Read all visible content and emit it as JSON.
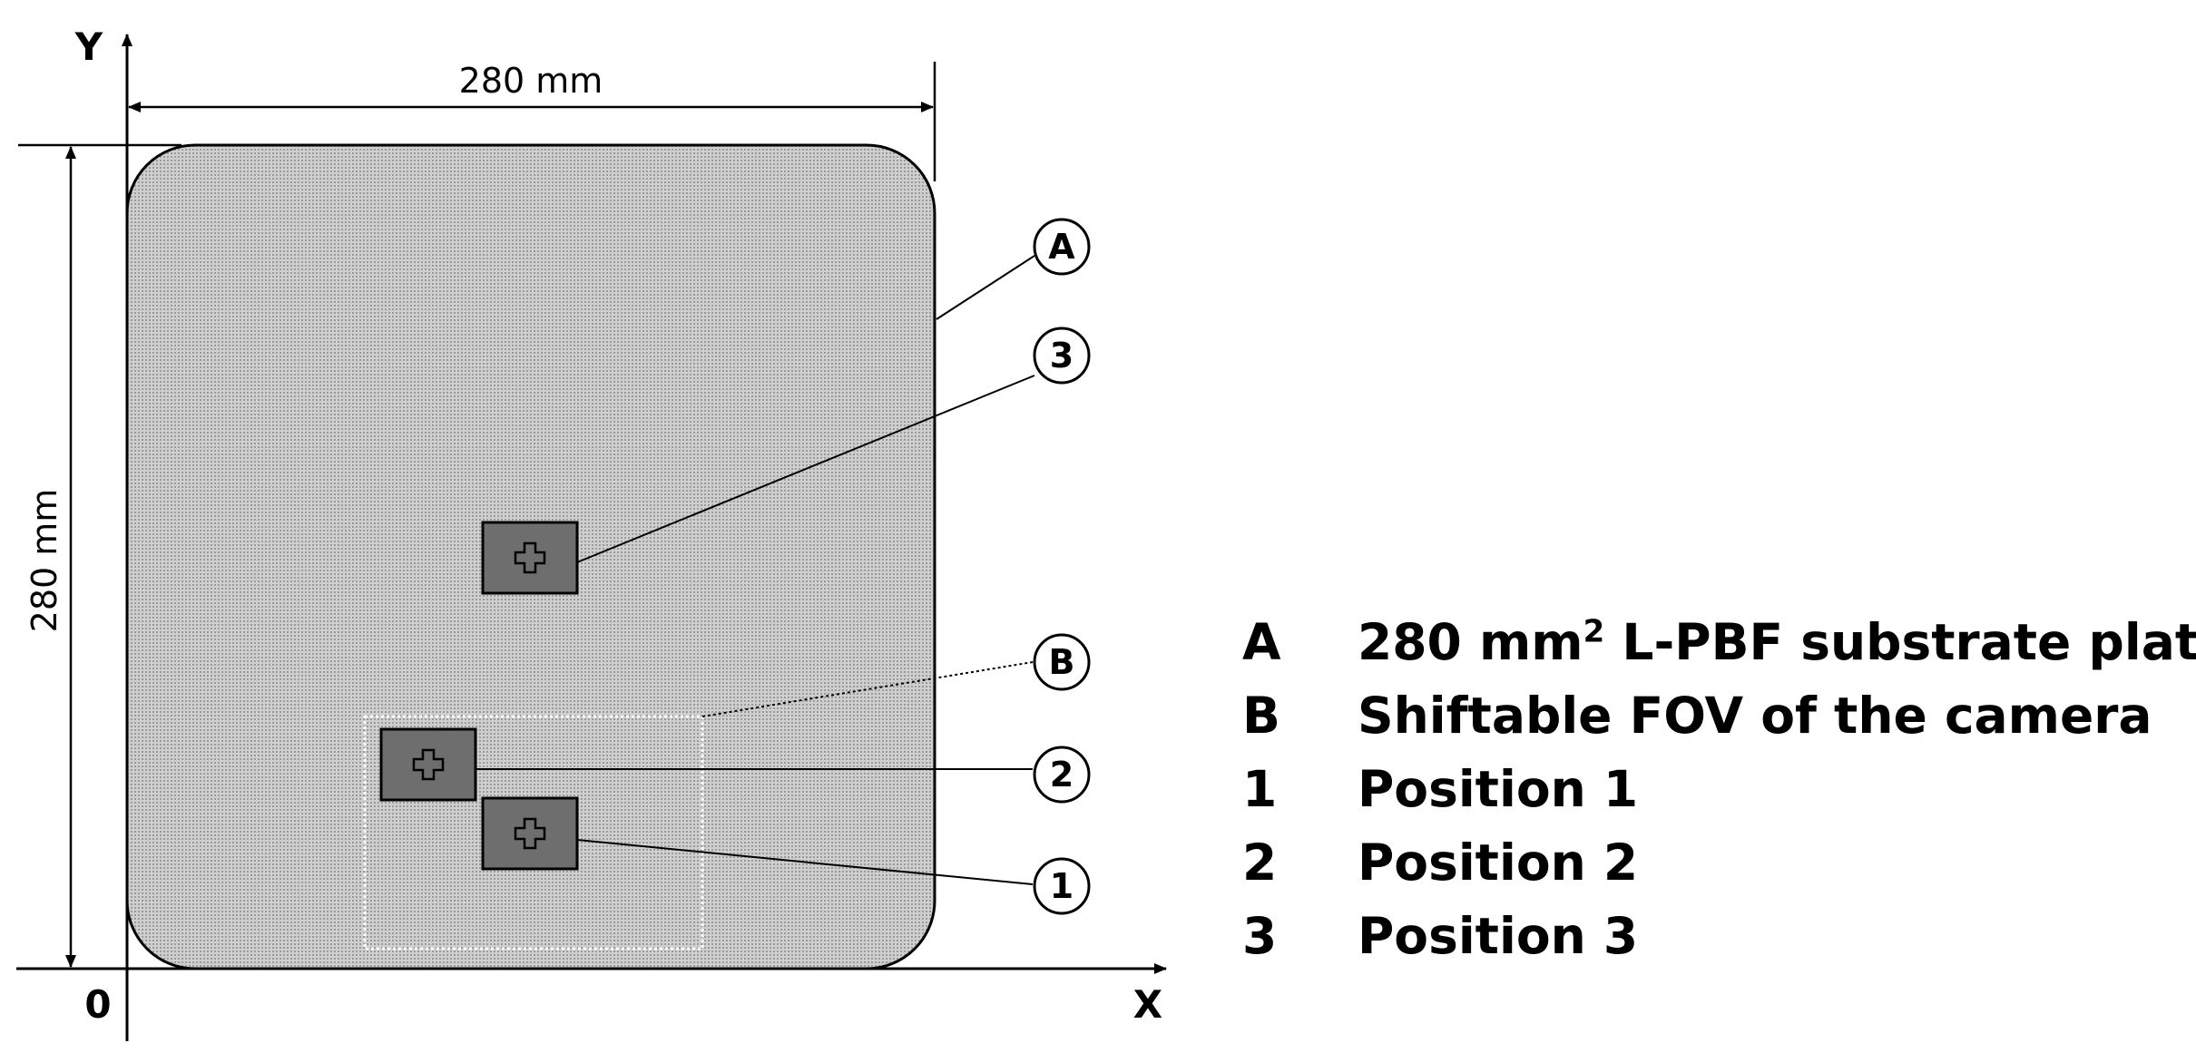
{
  "dimensions": {
    "width_label": "280 mm",
    "height_label": "280 mm"
  },
  "axes": {
    "x_label": "X",
    "y_label": "Y",
    "origin_label": "0"
  },
  "callouts": {
    "A": "A",
    "B": "B",
    "pos1": "1",
    "pos2": "2",
    "pos3": "3"
  },
  "legend": [
    {
      "key": "A",
      "text": "280 mm",
      "sup": "2",
      "text_after": " L-PBF substrate plate"
    },
    {
      "key": "B",
      "text": "Shiftable FOV of the camera"
    },
    {
      "key": "1",
      "text": "Position 1"
    },
    {
      "key": "2",
      "text": "Position 2"
    },
    {
      "key": "3",
      "text": "Position 3"
    }
  ],
  "colors": {
    "plate_fill": "#c8c8c8",
    "marker_fill": "#6e6e6e",
    "line": "#000000",
    "fov_border": "#ffffff"
  }
}
